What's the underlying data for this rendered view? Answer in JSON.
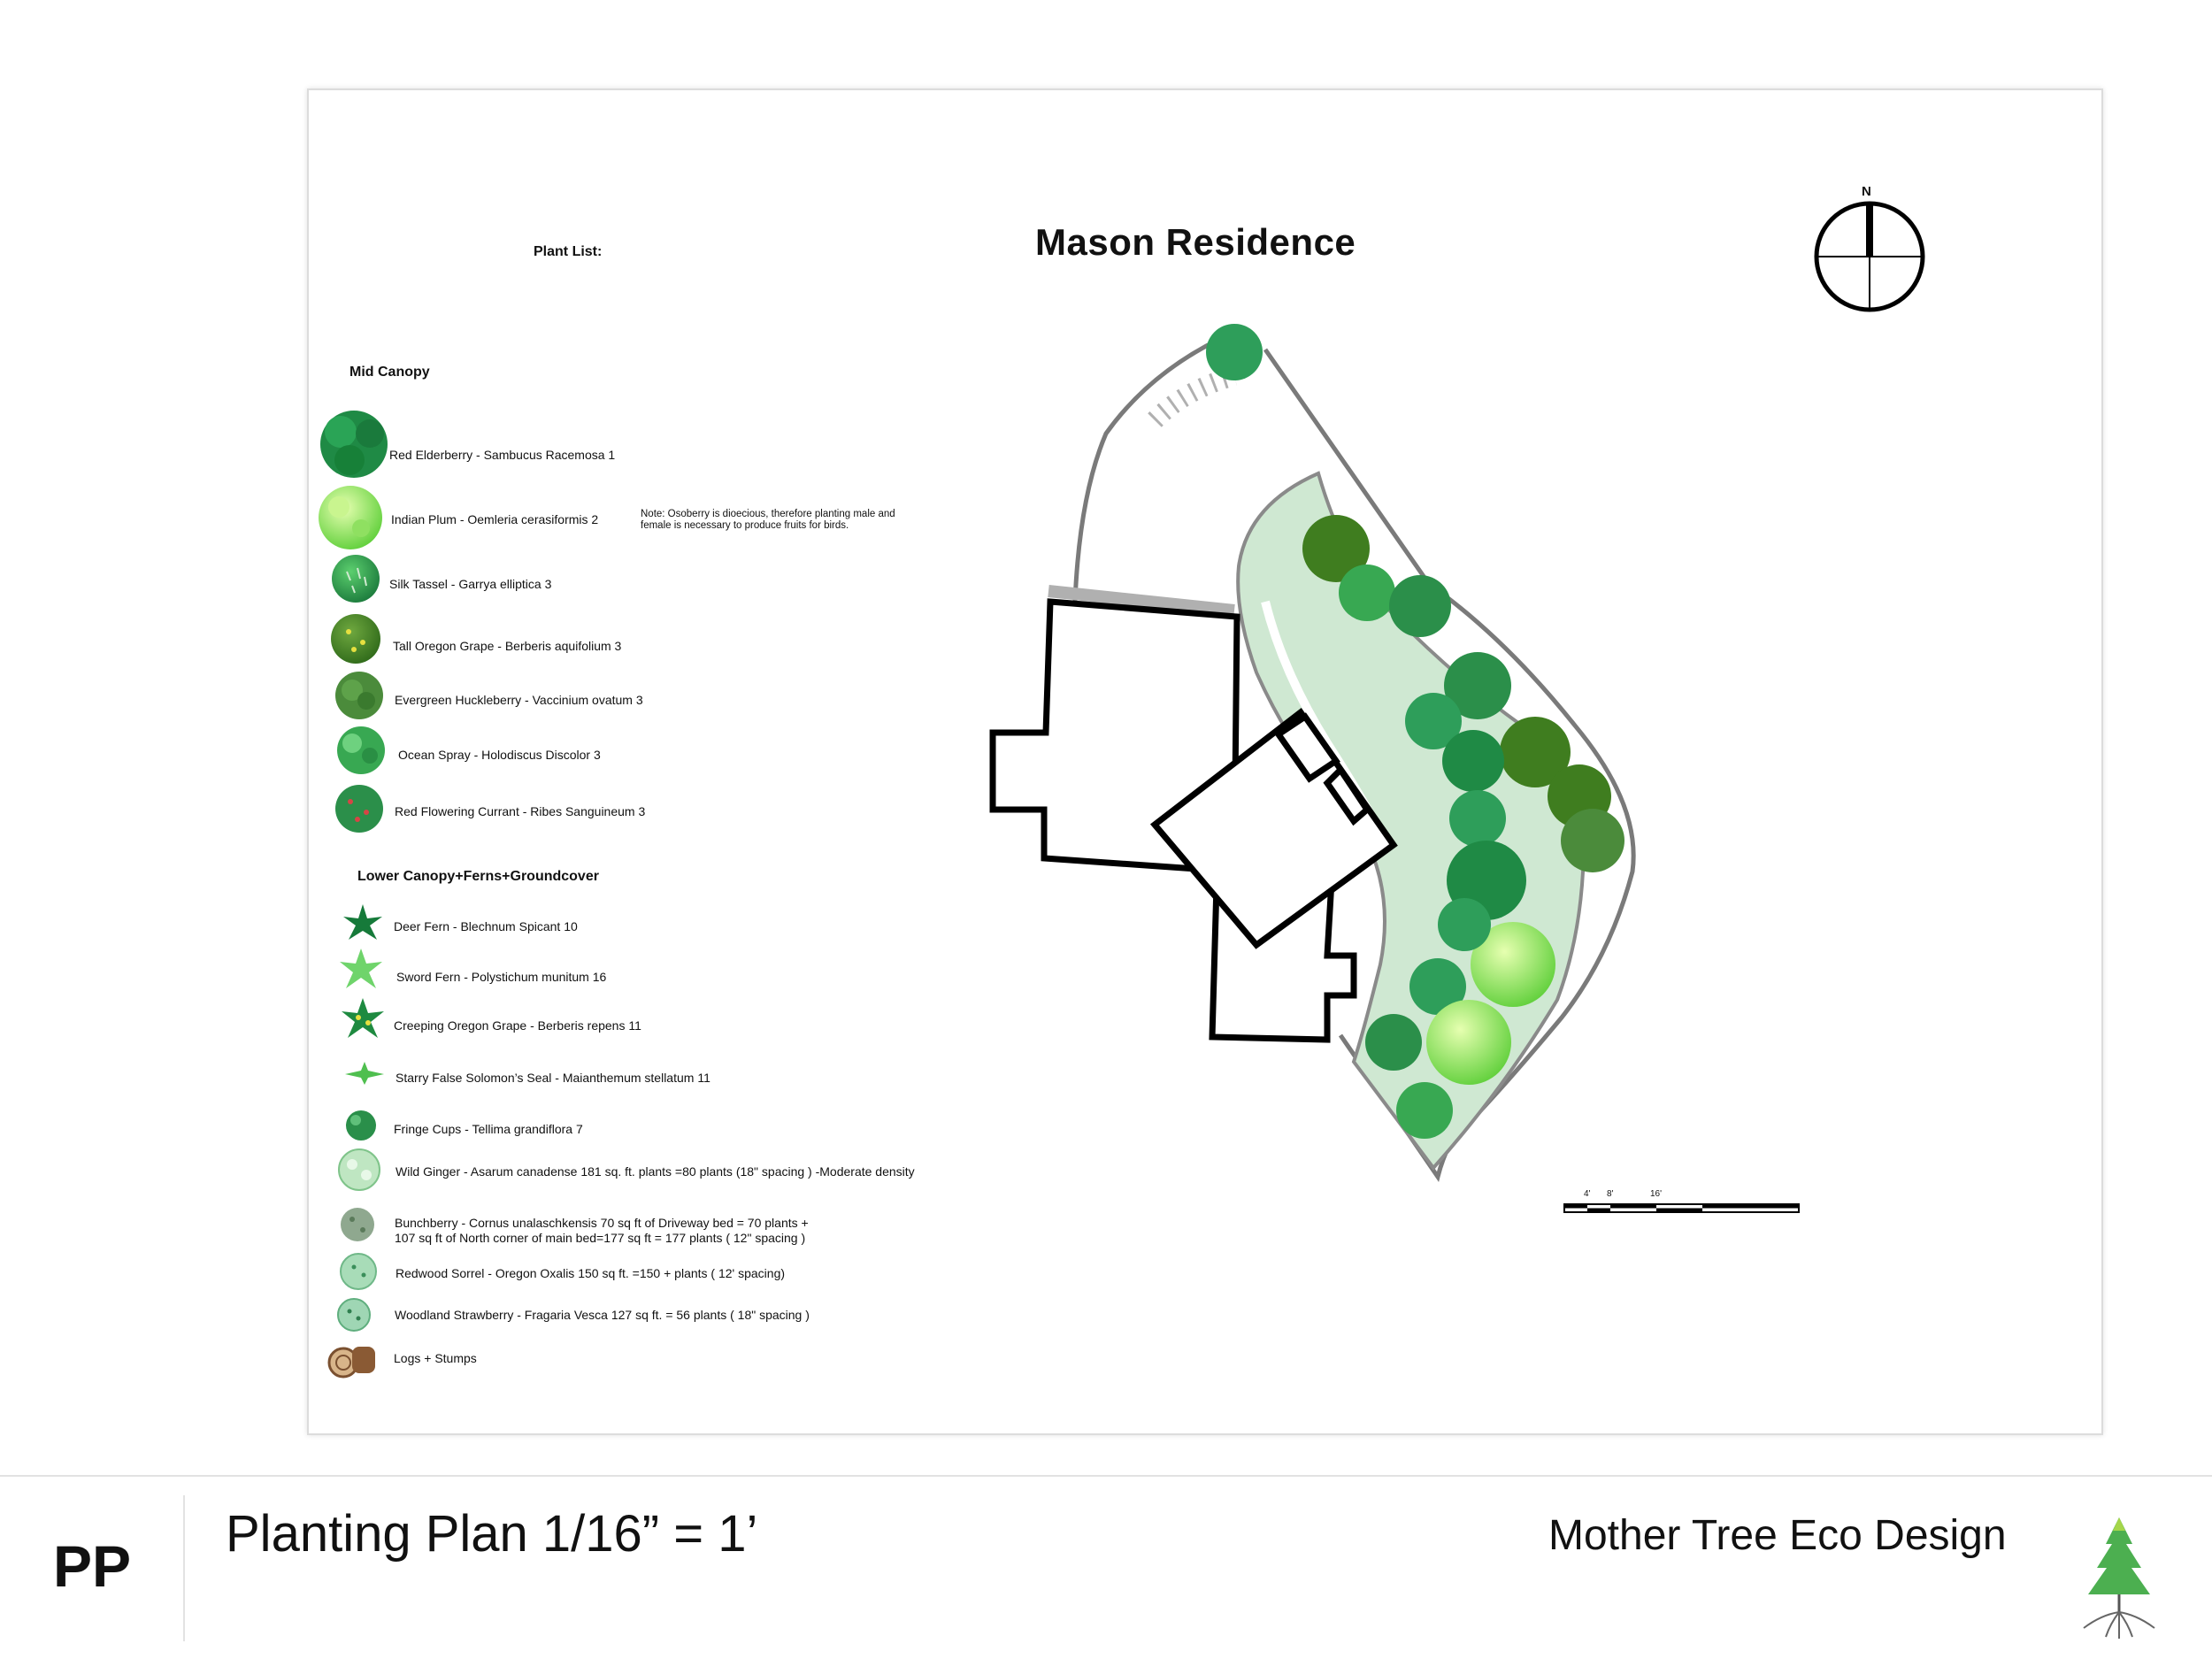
{
  "sheet": {
    "title": "Mason Residence",
    "plant_list_heading": "Plant List:",
    "north_label": "N",
    "note": "Note: Osoberry is dioecious, therefore planting male and female is necessary to produce fruits for birds.",
    "scale_ticks": [
      "4'",
      "8'",
      "16'"
    ]
  },
  "legend": {
    "mid_canopy": {
      "heading": "Mid Canopy",
      "items": [
        {
          "label": "Red Elderberry - Sambucus Racemosa 1",
          "icon": "red-elderberry-icon",
          "color": "#1f8a45"
        },
        {
          "label": "Indian Plum - Oemleria cerasiformis 2",
          "icon": "indian-plum-icon",
          "color": "#7fdc4d"
        },
        {
          "label": "Silk Tassel - Garrya elliptica 3",
          "icon": "silk-tassel-icon",
          "color": "#2e9e5a"
        },
        {
          "label": "Tall Oregon Grape - Berberis aquifolium 3",
          "icon": "tall-oregon-grape-icon",
          "color": "#3f7d1f"
        },
        {
          "label": "Evergreen Huckleberry - Vaccinium ovatum 3",
          "icon": "evergreen-huckleberry-icon",
          "color": "#4b8b3b"
        },
        {
          "label": "Ocean Spray - Holodiscus Discolor 3",
          "icon": "ocean-spray-icon",
          "color": "#38a852"
        },
        {
          "label": "Red Flowering Currant - Ribes Sanguineum 3",
          "icon": "red-flowering-currant-icon",
          "color": "#2b8f4a"
        }
      ]
    },
    "lower_canopy": {
      "heading": "Lower Canopy+Ferns+Groundcover",
      "items": [
        {
          "label": "Deer Fern - Blechnum Spicant 10",
          "icon": "deer-fern-icon",
          "color": "#167a3a"
        },
        {
          "label": "Sword Fern - Polystichum munitum 16",
          "icon": "sword-fern-icon",
          "color": "#6fd46b"
        },
        {
          "label": "Creeping Oregon Grape - Berberis repens 11",
          "icon": "creeping-oregon-grape-icon",
          "color": "#1e8a40"
        },
        {
          "label": "Starry False Solomon’s Seal - Maianthemum stellatum 11",
          "icon": "starry-false-solomons-seal-icon",
          "color": "#4fbf4f"
        },
        {
          "label": "Fringe Cups - Tellima grandiflora 7",
          "icon": "fringe-cups-icon",
          "color": "#2a8f4a"
        },
        {
          "label": "Wild Ginger - Asarum canadense 181 sq. ft. plants =80 plants (18\" spacing ) -Moderate density",
          "icon": "wild-ginger-icon",
          "color": "#bfe6c2"
        },
        {
          "label": "Bunchberry - Cornus unalaschkensis 70 sq ft of Driveway bed = 70 plants +",
          "label2": "107 sq ft of North corner of main bed=177 sq ft = 177 plants ( 12\" spacing )",
          "icon": "bunchberry-icon",
          "color": "#8fa88f"
        },
        {
          "label": "Redwood Sorrel - Oregon Oxalis  150 sq ft. =150 + plants ( 12' spacing)",
          "icon": "redwood-sorrel-icon",
          "color": "#a8dcb8"
        },
        {
          "label": "Woodland Strawberry - Fragaria Vesca 127 sq ft. = 56 plants ( 18\" spacing )",
          "icon": "woodland-strawberry-icon",
          "color": "#9fd6b4"
        },
        {
          "label": "Logs + Stumps",
          "icon": "logs-stumps-icon",
          "color": "#a0704a"
        }
      ]
    }
  },
  "footer": {
    "sheet_code": "PP",
    "sheet_title": "Planting Plan 1/16” = 1’",
    "firm_name": "Mother Tree Eco Design",
    "logo_icon": "tree-logo-icon"
  }
}
